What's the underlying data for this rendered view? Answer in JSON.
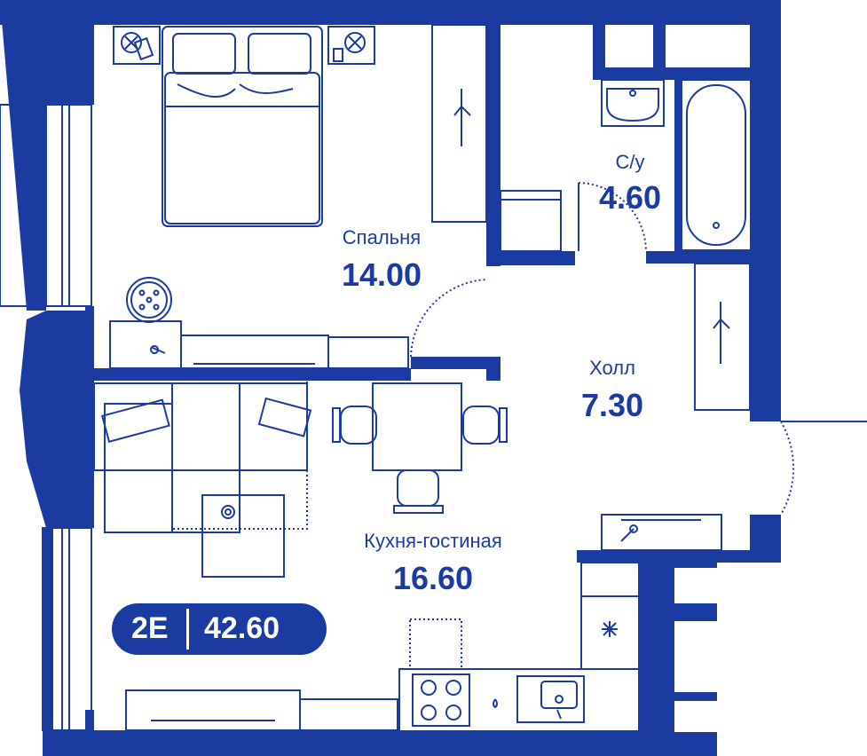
{
  "rooms": {
    "bedroom": {
      "name": "Спальня",
      "area": "14.00"
    },
    "bathroom": {
      "name": "С/у",
      "area": "4.60"
    },
    "hall": {
      "name": "Холл",
      "area": "7.30"
    },
    "kitchen": {
      "name": "Кухня-гостиная",
      "area": "16.60"
    }
  },
  "badge": {
    "type": "2E",
    "total_area": "42.60"
  },
  "colors": {
    "wall": "#1c3ba0",
    "line": "#1c3ba0",
    "background": "#ffffff"
  },
  "icons": [
    "bed-icon",
    "nightstand-icon",
    "wardrobe-icon",
    "sink-icon",
    "bathtub-icon",
    "washing-machine-icon",
    "sofa-icon",
    "dining-table-icon",
    "chair-icon",
    "stove-icon",
    "kitchen-sink-icon",
    "fridge-icon",
    "tv-stand-icon",
    "door-swing-icon"
  ]
}
